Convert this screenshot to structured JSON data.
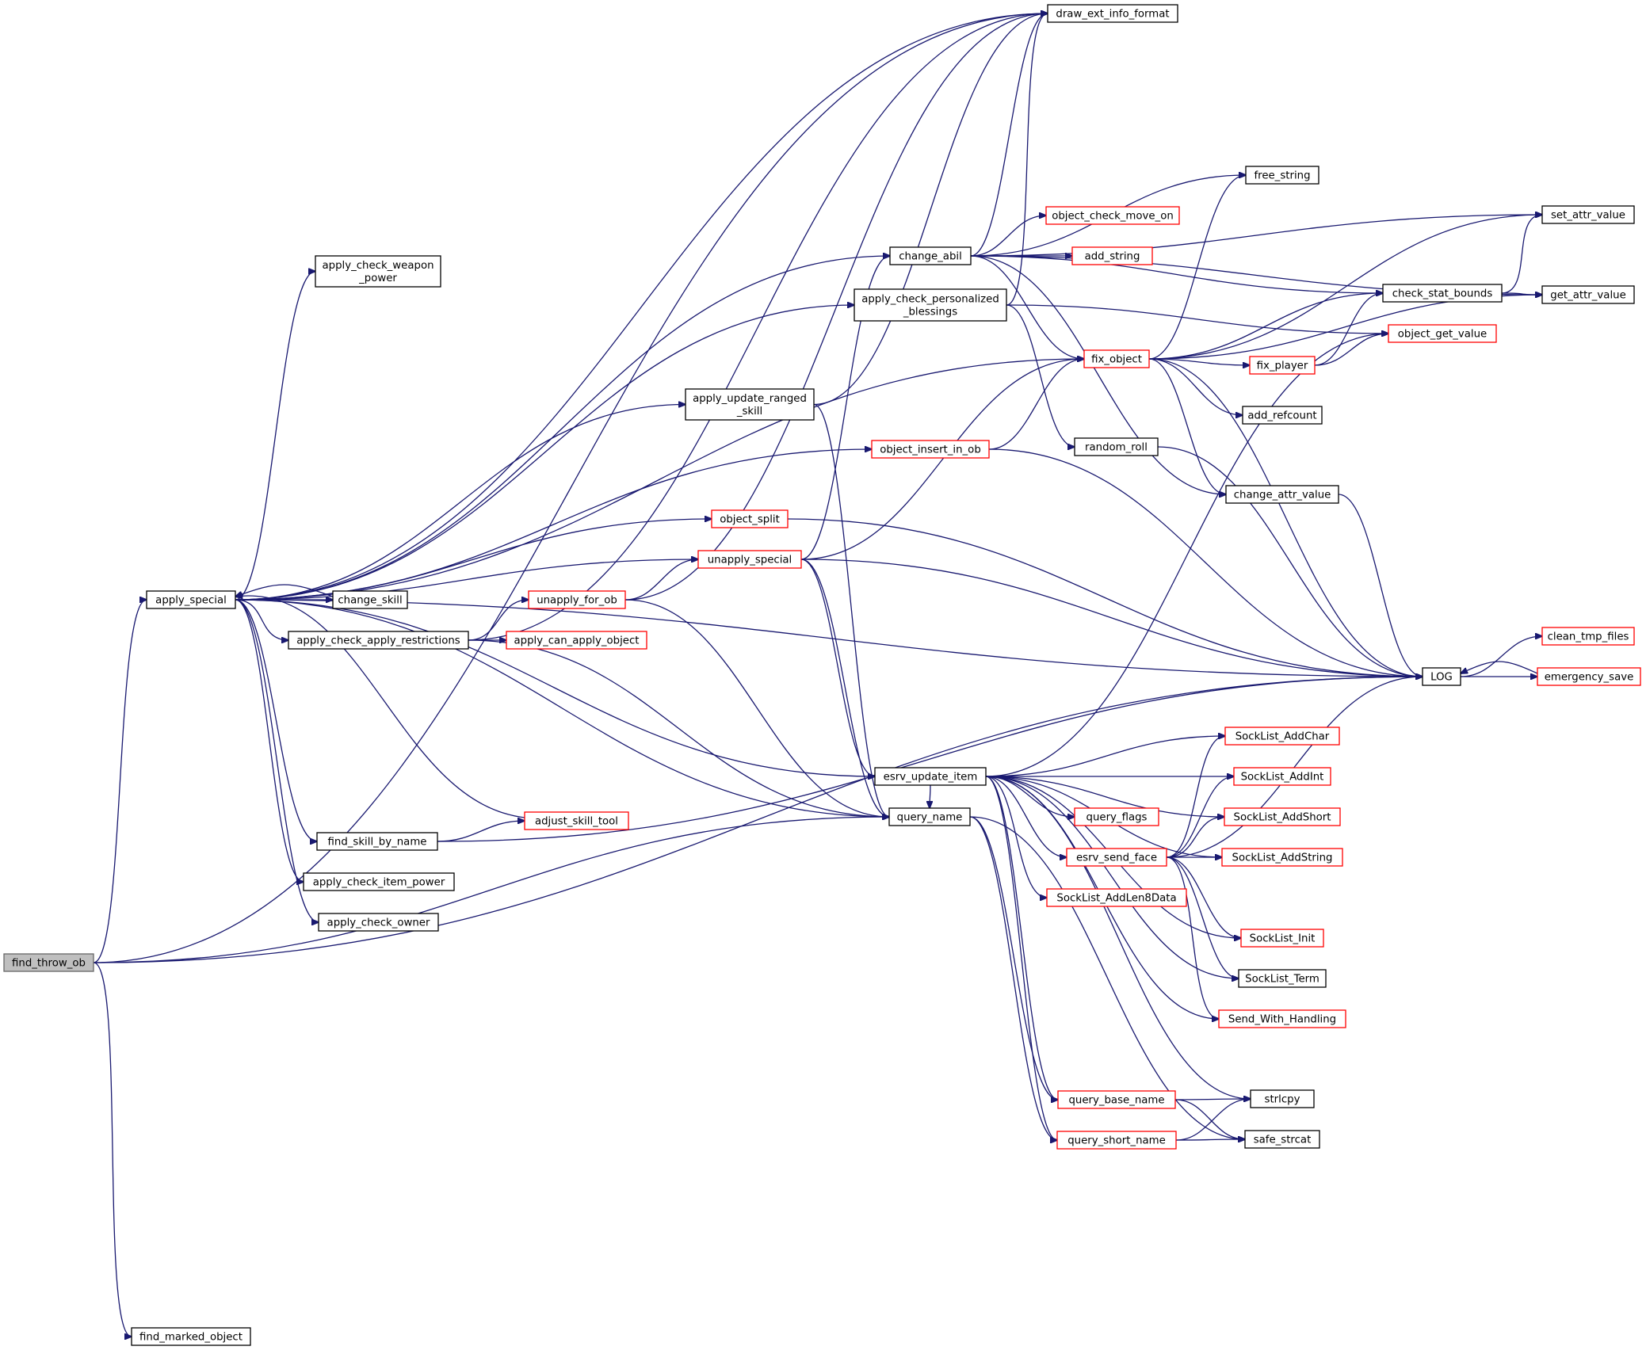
{
  "diagram": {
    "type": "call-graph",
    "colors": {
      "edge": "#191970",
      "node_border": "#000000",
      "linked_border": "#ff0000",
      "current_fill": "#bfbfbf"
    },
    "nodes": [
      {
        "id": "find_throw_ob",
        "lines": [
          "find_throw_ob"
        ],
        "style": "current"
      },
      {
        "id": "apply_special",
        "lines": [
          "apply_special"
        ],
        "style": "plain"
      },
      {
        "id": "find_marked_object",
        "lines": [
          "find_marked_object"
        ],
        "style": "plain"
      },
      {
        "id": "apply_check_weapon_power",
        "lines": [
          "apply_check_weapon",
          "_power"
        ],
        "style": "plain"
      },
      {
        "id": "change_skill",
        "lines": [
          "change_skill"
        ],
        "style": "plain"
      },
      {
        "id": "apply_check_apply_restrictions",
        "lines": [
          "apply_check_apply_restrictions"
        ],
        "style": "plain"
      },
      {
        "id": "find_skill_by_name",
        "lines": [
          "find_skill_by_name"
        ],
        "style": "plain"
      },
      {
        "id": "apply_check_item_power",
        "lines": [
          "apply_check_item_power"
        ],
        "style": "plain"
      },
      {
        "id": "apply_check_owner",
        "lines": [
          "apply_check_owner"
        ],
        "style": "plain"
      },
      {
        "id": "unapply_for_ob",
        "lines": [
          "unapply_for_ob"
        ],
        "style": "linked"
      },
      {
        "id": "apply_can_apply_object",
        "lines": [
          "apply_can_apply_object"
        ],
        "style": "linked"
      },
      {
        "id": "adjust_skill_tool",
        "lines": [
          "adjust_skill_tool"
        ],
        "style": "linked"
      },
      {
        "id": "apply_update_ranged_skill",
        "lines": [
          "apply_update_ranged",
          "_skill"
        ],
        "style": "plain"
      },
      {
        "id": "object_split",
        "lines": [
          "object_split"
        ],
        "style": "linked"
      },
      {
        "id": "unapply_special",
        "lines": [
          "unapply_special"
        ],
        "style": "linked"
      },
      {
        "id": "change_abil",
        "lines": [
          "change_abil"
        ],
        "style": "plain"
      },
      {
        "id": "apply_check_personalized_blessings",
        "lines": [
          "apply_check_personalized",
          "_blessings"
        ],
        "style": "plain"
      },
      {
        "id": "object_insert_in_ob",
        "lines": [
          "object_insert_in_ob"
        ],
        "style": "linked"
      },
      {
        "id": "esrv_update_item",
        "lines": [
          "esrv_update_item"
        ],
        "style": "plain"
      },
      {
        "id": "query_name",
        "lines": [
          "query_name"
        ],
        "style": "plain"
      },
      {
        "id": "draw_ext_info_format",
        "lines": [
          "draw_ext_info_format"
        ],
        "style": "plain"
      },
      {
        "id": "free_string",
        "lines": [
          "free_string"
        ],
        "style": "plain"
      },
      {
        "id": "object_check_move_on",
        "lines": [
          "object_check_move_on"
        ],
        "style": "linked"
      },
      {
        "id": "add_string",
        "lines": [
          "add_string"
        ],
        "style": "linked"
      },
      {
        "id": "fix_object",
        "lines": [
          "fix_object"
        ],
        "style": "linked"
      },
      {
        "id": "random_roll",
        "lines": [
          "random_roll"
        ],
        "style": "plain"
      },
      {
        "id": "query_flags",
        "lines": [
          "query_flags"
        ],
        "style": "linked"
      },
      {
        "id": "esrv_send_face",
        "lines": [
          "esrv_send_face"
        ],
        "style": "linked"
      },
      {
        "id": "SockList_AddLen8Data",
        "lines": [
          "SockList_AddLen8Data"
        ],
        "style": "linked"
      },
      {
        "id": "query_base_name",
        "lines": [
          "query_base_name"
        ],
        "style": "linked"
      },
      {
        "id": "query_short_name",
        "lines": [
          "query_short_name"
        ],
        "style": "linked"
      },
      {
        "id": "fix_player",
        "lines": [
          "fix_player"
        ],
        "style": "linked"
      },
      {
        "id": "add_refcount",
        "lines": [
          "add_refcount"
        ],
        "style": "plain"
      },
      {
        "id": "change_attr_value",
        "lines": [
          "change_attr_value"
        ],
        "style": "plain"
      },
      {
        "id": "SockList_AddChar",
        "lines": [
          "SockList_AddChar"
        ],
        "style": "linked"
      },
      {
        "id": "SockList_AddInt",
        "lines": [
          "SockList_AddInt"
        ],
        "style": "linked"
      },
      {
        "id": "SockList_AddShort",
        "lines": [
          "SockList_AddShort"
        ],
        "style": "linked"
      },
      {
        "id": "SockList_AddString",
        "lines": [
          "SockList_AddString"
        ],
        "style": "linked"
      },
      {
        "id": "SockList_Init",
        "lines": [
          "SockList_Init"
        ],
        "style": "linked"
      },
      {
        "id": "SockList_Term",
        "lines": [
          "SockList_Term"
        ],
        "style": "plain"
      },
      {
        "id": "Send_With_Handling",
        "lines": [
          "Send_With_Handling"
        ],
        "style": "linked"
      },
      {
        "id": "strlcpy",
        "lines": [
          "strlcpy"
        ],
        "style": "plain"
      },
      {
        "id": "safe_strcat",
        "lines": [
          "safe_strcat"
        ],
        "style": "plain"
      },
      {
        "id": "check_stat_bounds",
        "lines": [
          "check_stat_bounds"
        ],
        "style": "plain"
      },
      {
        "id": "object_get_value",
        "lines": [
          "object_get_value"
        ],
        "style": "linked"
      },
      {
        "id": "set_attr_value",
        "lines": [
          "set_attr_value"
        ],
        "style": "plain"
      },
      {
        "id": "get_attr_value",
        "lines": [
          "get_attr_value"
        ],
        "style": "plain"
      },
      {
        "id": "LOG",
        "lines": [
          "LOG"
        ],
        "style": "plain"
      },
      {
        "id": "clean_tmp_files",
        "lines": [
          "clean_tmp_files"
        ],
        "style": "linked"
      },
      {
        "id": "emergency_save",
        "lines": [
          "emergency_save"
        ],
        "style": "linked"
      }
    ],
    "edges": [
      [
        "find_throw_ob",
        "draw_ext_info_format"
      ],
      [
        "find_throw_ob",
        "apply_special"
      ],
      [
        "find_throw_ob",
        "query_name"
      ],
      [
        "find_throw_ob",
        "LOG"
      ],
      [
        "find_throw_ob",
        "find_marked_object"
      ],
      [
        "apply_special",
        "draw_ext_info_format"
      ],
      [
        "apply_special",
        "apply_check_weapon_power"
      ],
      [
        "apply_special",
        "change_abil"
      ],
      [
        "apply_special",
        "apply_check_personalized_blessings"
      ],
      [
        "apply_special",
        "fix_object"
      ],
      [
        "apply_special",
        "apply_update_ranged_skill"
      ],
      [
        "apply_special",
        "object_insert_in_ob"
      ],
      [
        "apply_special",
        "object_split"
      ],
      [
        "apply_special",
        "unapply_special"
      ],
      [
        "apply_special",
        "change_skill"
      ],
      [
        "apply_special",
        "apply_check_apply_restrictions"
      ],
      [
        "apply_special",
        "esrv_update_item"
      ],
      [
        "apply_special",
        "query_name"
      ],
      [
        "apply_special",
        "find_skill_by_name"
      ],
      [
        "apply_special",
        "apply_check_item_power"
      ],
      [
        "apply_special",
        "apply_check_owner"
      ],
      [
        "apply_special",
        "LOG"
      ],
      [
        "change_skill",
        "apply_special"
      ],
      [
        "adjust_skill_tool",
        "apply_special"
      ],
      [
        "apply_check_apply_restrictions",
        "draw_ext_info_format"
      ],
      [
        "apply_check_apply_restrictions",
        "unapply_for_ob"
      ],
      [
        "apply_check_apply_restrictions",
        "apply_can_apply_object"
      ],
      [
        "apply_check_apply_restrictions",
        "query_name"
      ],
      [
        "find_skill_by_name",
        "adjust_skill_tool"
      ],
      [
        "find_skill_by_name",
        "LOG"
      ],
      [
        "unapply_for_ob",
        "draw_ext_info_format"
      ],
      [
        "unapply_for_ob",
        "unapply_special"
      ],
      [
        "unapply_for_ob",
        "query_name"
      ],
      [
        "apply_update_ranged_skill",
        "draw_ext_info_format"
      ],
      [
        "apply_update_ranged_skill",
        "query_name"
      ],
      [
        "unapply_special",
        "change_abil"
      ],
      [
        "unapply_special",
        "fix_object"
      ],
      [
        "unapply_special",
        "esrv_update_item"
      ],
      [
        "unapply_special",
        "query_name"
      ],
      [
        "unapply_special",
        "LOG"
      ],
      [
        "object_split",
        "LOG"
      ],
      [
        "object_insert_in_ob",
        "fix_object"
      ],
      [
        "object_insert_in_ob",
        "LOG"
      ],
      [
        "apply_check_personalized_blessings",
        "draw_ext_info_format"
      ],
      [
        "apply_check_personalized_blessings",
        "object_get_value"
      ],
      [
        "apply_check_personalized_blessings",
        "random_roll"
      ],
      [
        "change_abil",
        "draw_ext_info_format"
      ],
      [
        "change_abil",
        "free_string"
      ],
      [
        "change_abil",
        "object_check_move_on"
      ],
      [
        "change_abil",
        "add_string"
      ],
      [
        "change_abil",
        "fix_object"
      ],
      [
        "change_abil",
        "check_stat_bounds"
      ],
      [
        "change_abil",
        "set_attr_value"
      ],
      [
        "change_abil",
        "get_attr_value"
      ],
      [
        "change_abil",
        "change_attr_value"
      ],
      [
        "random_roll",
        "LOG"
      ],
      [
        "fix_object",
        "free_string"
      ],
      [
        "fix_object",
        "set_attr_value"
      ],
      [
        "fix_object",
        "check_stat_bounds"
      ],
      [
        "fix_object",
        "fix_player"
      ],
      [
        "fix_object",
        "get_attr_value"
      ],
      [
        "fix_object",
        "add_refcount"
      ],
      [
        "fix_object",
        "change_attr_value"
      ],
      [
        "fix_object",
        "LOG"
      ],
      [
        "fix_player",
        "check_stat_bounds"
      ],
      [
        "fix_player",
        "object_get_value"
      ],
      [
        "check_stat_bounds",
        "set_attr_value"
      ],
      [
        "check_stat_bounds",
        "get_attr_value"
      ],
      [
        "change_attr_value",
        "LOG"
      ],
      [
        "esrv_update_item",
        "object_get_value"
      ],
      [
        "esrv_update_item",
        "SockList_AddChar"
      ],
      [
        "esrv_update_item",
        "SockList_AddInt"
      ],
      [
        "esrv_update_item",
        "SockList_AddShort"
      ],
      [
        "esrv_update_item",
        "SockList_AddString"
      ],
      [
        "esrv_update_item",
        "query_name"
      ],
      [
        "esrv_update_item",
        "query_flags"
      ],
      [
        "esrv_update_item",
        "esrv_send_face"
      ],
      [
        "esrv_update_item",
        "SockList_AddLen8Data"
      ],
      [
        "esrv_update_item",
        "SockList_Init"
      ],
      [
        "esrv_update_item",
        "SockList_Term"
      ],
      [
        "esrv_update_item",
        "Send_With_Handling"
      ],
      [
        "esrv_update_item",
        "strlcpy"
      ],
      [
        "esrv_update_item",
        "query_base_name"
      ],
      [
        "esrv_update_item",
        "query_short_name"
      ],
      [
        "esrv_send_face",
        "SockList_AddChar"
      ],
      [
        "esrv_send_face",
        "SockList_AddInt"
      ],
      [
        "esrv_send_face",
        "SockList_AddShort"
      ],
      [
        "esrv_send_face",
        "SockList_AddString"
      ],
      [
        "esrv_send_face",
        "SockList_Init"
      ],
      [
        "esrv_send_face",
        "SockList_Term"
      ],
      [
        "esrv_send_face",
        "Send_With_Handling"
      ],
      [
        "esrv_send_face",
        "LOG"
      ],
      [
        "query_name",
        "query_base_name"
      ],
      [
        "query_name",
        "query_short_name"
      ],
      [
        "query_name",
        "safe_strcat"
      ],
      [
        "query_base_name",
        "strlcpy"
      ],
      [
        "query_base_name",
        "safe_strcat"
      ],
      [
        "query_short_name",
        "strlcpy"
      ],
      [
        "query_short_name",
        "safe_strcat"
      ],
      [
        "LOG",
        "clean_tmp_files"
      ],
      [
        "LOG",
        "emergency_save"
      ],
      [
        "emergency_save",
        "LOG"
      ]
    ]
  }
}
